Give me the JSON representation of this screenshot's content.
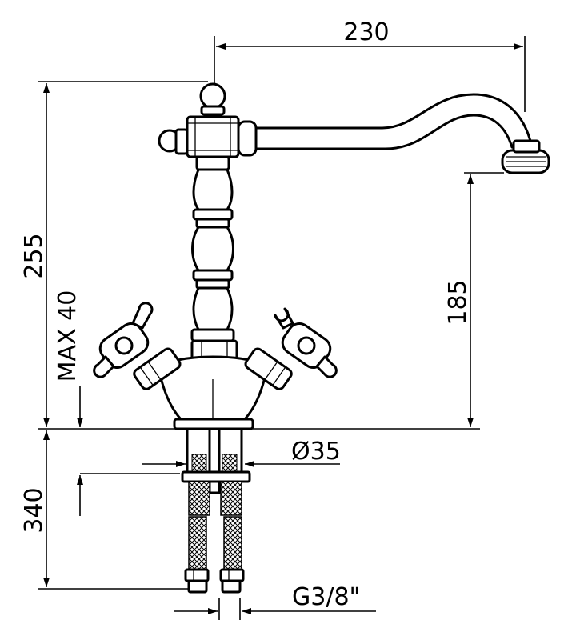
{
  "dimensions": {
    "spout_reach": "230",
    "total_height": "255",
    "spout_height": "185",
    "max_deck_thickness": "MAX 40",
    "hose_length": "340",
    "base_diameter": "Ø35",
    "connection_thread": "G3/8\""
  },
  "colors": {
    "line": "#000000",
    "background": "#ffffff"
  }
}
